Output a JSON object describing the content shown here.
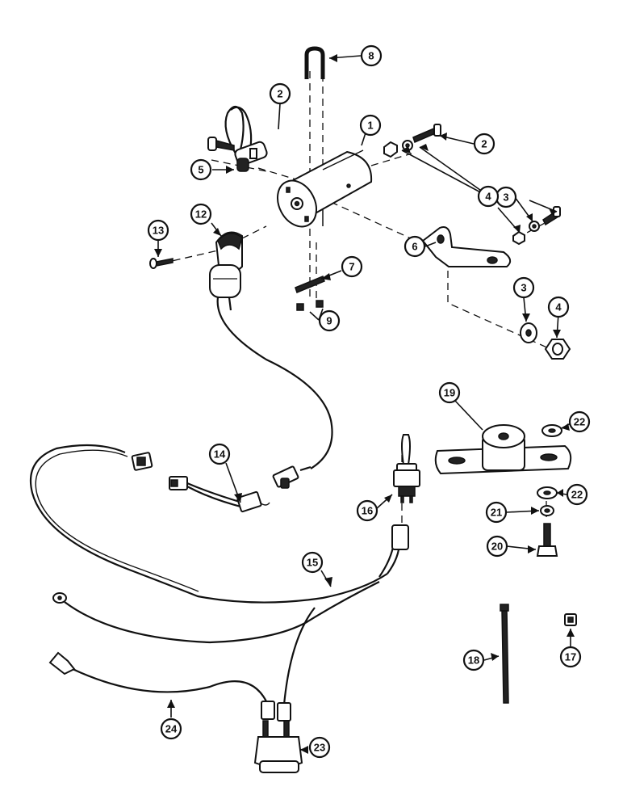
{
  "callouts": [
    {
      "id": "c1",
      "label": "1"
    },
    {
      "id": "c2a",
      "label": "2"
    },
    {
      "id": "c2b",
      "label": "2"
    },
    {
      "id": "c3a",
      "label": "3"
    },
    {
      "id": "c3b",
      "label": "3"
    },
    {
      "id": "c4a",
      "label": "4"
    },
    {
      "id": "c4b",
      "label": "4"
    },
    {
      "id": "c5",
      "label": "5"
    },
    {
      "id": "c6",
      "label": "6"
    },
    {
      "id": "c7",
      "label": "7"
    },
    {
      "id": "c8",
      "label": "8"
    },
    {
      "id": "c9",
      "label": "9"
    },
    {
      "id": "c12",
      "label": "12"
    },
    {
      "id": "c13",
      "label": "13"
    },
    {
      "id": "c14",
      "label": "14"
    },
    {
      "id": "c15",
      "label": "15"
    },
    {
      "id": "c16",
      "label": "16"
    },
    {
      "id": "c17",
      "label": "17"
    },
    {
      "id": "c18",
      "label": "18"
    },
    {
      "id": "c19",
      "label": "19"
    },
    {
      "id": "c20",
      "label": "20"
    },
    {
      "id": "c21",
      "label": "21"
    },
    {
      "id": "c22a",
      "label": "22"
    },
    {
      "id": "c22b",
      "label": "22"
    },
    {
      "id": "c23",
      "label": "23"
    },
    {
      "id": "c24",
      "label": "24"
    }
  ]
}
